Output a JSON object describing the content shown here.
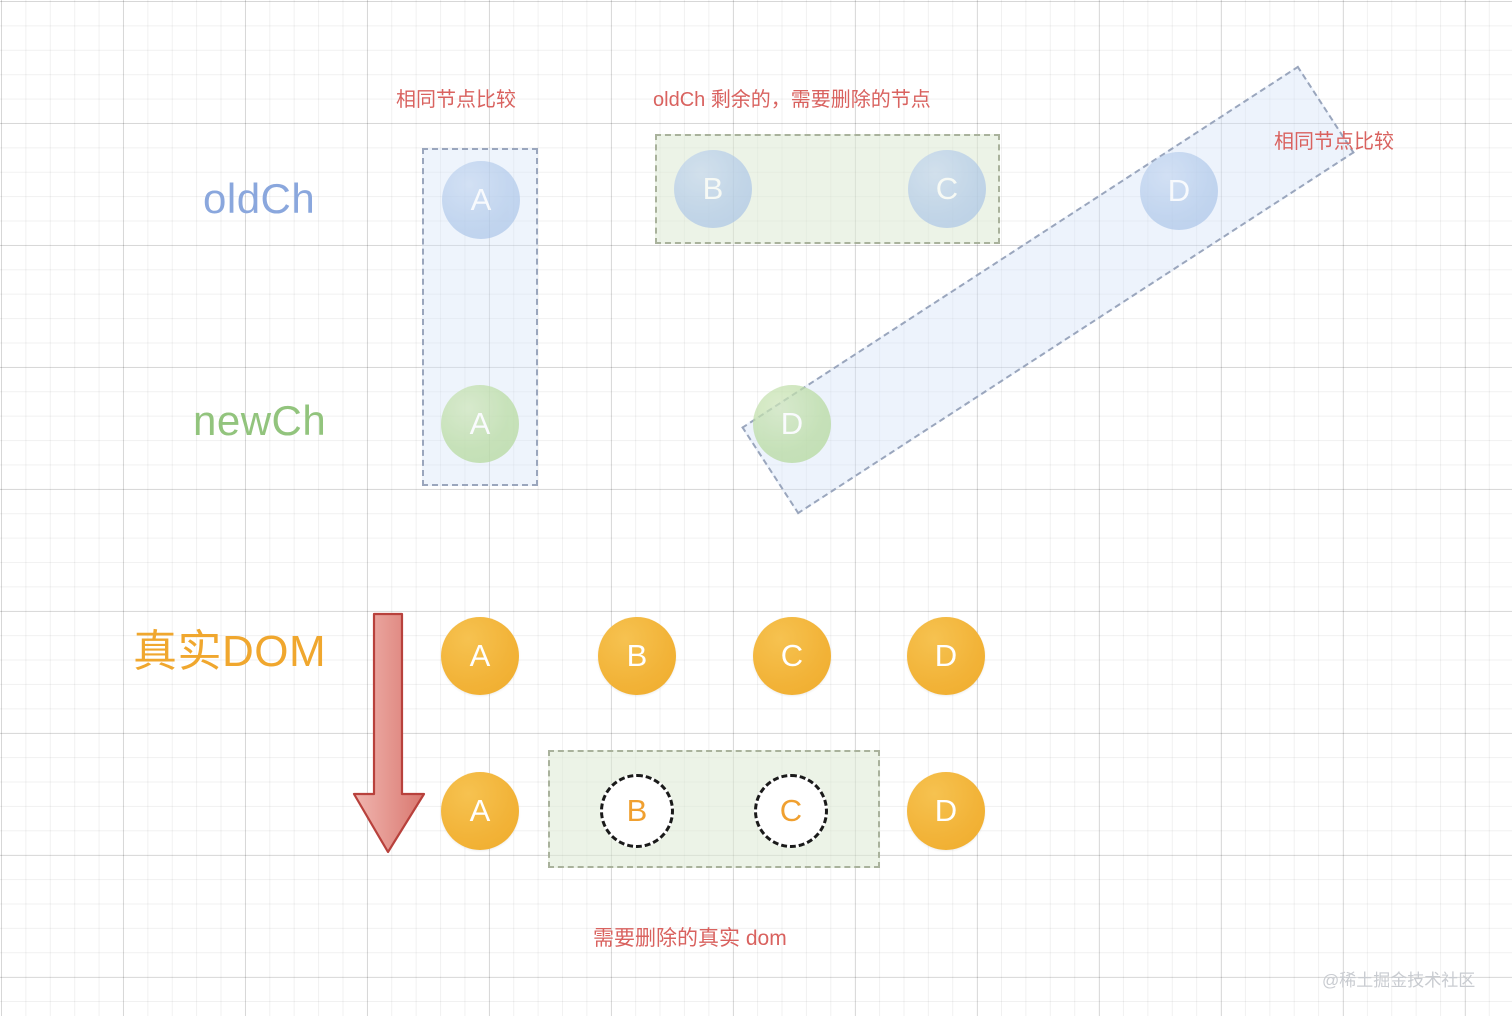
{
  "diagram": {
    "title_context": "Virtual DOM diff — oldCh / newCh / real DOM",
    "colors": {
      "old_label": "#8aa7dd",
      "new_label": "#92c47d",
      "real_dom_label": "#f0a72e",
      "caption_red": "#d9625f",
      "node_blue": "#a9c4e8",
      "node_green": "#b8dba0",
      "node_orange": "#f2b338",
      "ghost_outline": "#1a1a1a",
      "green_region": "#dde9d3",
      "blue_region": "#d4e3f8",
      "arrow_fill": "#e08b84",
      "arrow_stroke": "#b8413c",
      "watermark": "#c9ccd1"
    }
  },
  "rows": {
    "oldch": {
      "label": "oldCh",
      "nodes": [
        {
          "letter": "A"
        },
        {
          "letter": "B"
        },
        {
          "letter": "C"
        },
        {
          "letter": "D"
        }
      ]
    },
    "newch": {
      "label": "newCh",
      "nodes": [
        {
          "letter": "A"
        },
        {
          "letter": "D"
        }
      ]
    },
    "real_dom": {
      "label": "真实DOM",
      "before": [
        {
          "letter": "A"
        },
        {
          "letter": "B"
        },
        {
          "letter": "C"
        },
        {
          "letter": "D"
        }
      ],
      "after": [
        {
          "letter": "A",
          "state": "kept"
        },
        {
          "letter": "B",
          "state": "removed"
        },
        {
          "letter": "C",
          "state": "removed"
        },
        {
          "letter": "D",
          "state": "kept"
        }
      ]
    }
  },
  "captions": {
    "same_node_left": "相同节点比较",
    "oldch_remaining": "oldCh 剩余的，需要删除的节点",
    "same_node_right": "相同节点比较",
    "real_dom_to_delete": "需要删除的真实 dom"
  },
  "watermark": {
    "text": "@稀土掘金技术社区"
  }
}
